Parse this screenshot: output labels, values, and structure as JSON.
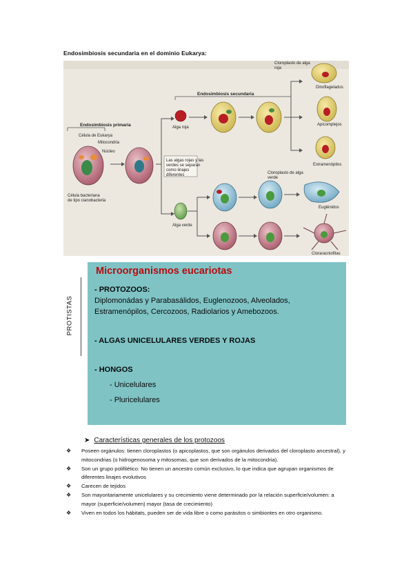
{
  "page_title": "Endosimbiosis secundaria en el dominio Eukarya:",
  "figure": {
    "primary_label": "Endosimbiosis primaria",
    "secondary_label": "Endosimbiosis secundaria",
    "labels": {
      "celula": "Célula de Eukarya",
      "mitocondria": "Mitocondria",
      "nucleo": "Núcleo",
      "bacteria_1": "Célula bacteriana",
      "bacteria_2": "de tipo cianobacteria",
      "alga_roja": "Alga roja",
      "alga_verde": "Alga verde",
      "note_1": "Las algas rojas y las",
      "note_2": "verdes se separan",
      "note_3": "como linajes",
      "note_4": "diferentes",
      "cloro_roja_1": "Cloroplasto de alga",
      "cloro_roja_2": "roja",
      "cloro_verde_1": "Cloroplasto de alga",
      "cloro_verde_2": "verde",
      "dinoflagelados": "Dinoflagelados",
      "apicomplejos": "Apicomplejos",
      "estramenopilos": "Estramenópilos",
      "euglenidos": "Euglénidos",
      "cloraracniofitas": "Cloraracniofitas"
    }
  },
  "side_label": "PROTISTAS",
  "box": {
    "title": "Microorganismos eucariotas",
    "protozoos_heading": "- PROTOZOOS:",
    "protozoos_line1": "Diplomonádas y Parabasálidos, Euglenozoos, Alveolados,",
    "protozoos_line2": "Estramenópilos, Cercozoos, Radiolarios y Amebozoos.",
    "algas": "- ALGAS UNICELULARES VERDES Y ROJAS",
    "hongos": "- HONGOS",
    "unicelulares": "- Unicelulares",
    "pluricelulares": "- Pluricelulares"
  },
  "section": {
    "arrow": "➤",
    "heading": "Características generales de los protozoos"
  },
  "bullets": [
    "Poseen orgánulos: tienen cloroplastos (o apicoplastos, que son orgánulos derivados del cloroplasto ancestral), y mitocondrias (o hidrogenosoma y mitosomas, que son derivados de la mitocondria).",
    "Son un grupo polifilético: No tienen un ancestro común exclusivo, lo que indica que agrupan organismos de diferentes linajes evolutivos",
    "Carecen de tejidos",
    "Son mayoritariamente unicelulares y su crecimiento viene determinado por la relación superficie/volumen: a mayor (superficie/volumen) mayor (tasa de crecimiento)",
    "Viven en todos los hábitats, pueden ser de vida libre o como parásitos o simbiontes en otro organismo."
  ],
  "bullet_mark": "❖"
}
